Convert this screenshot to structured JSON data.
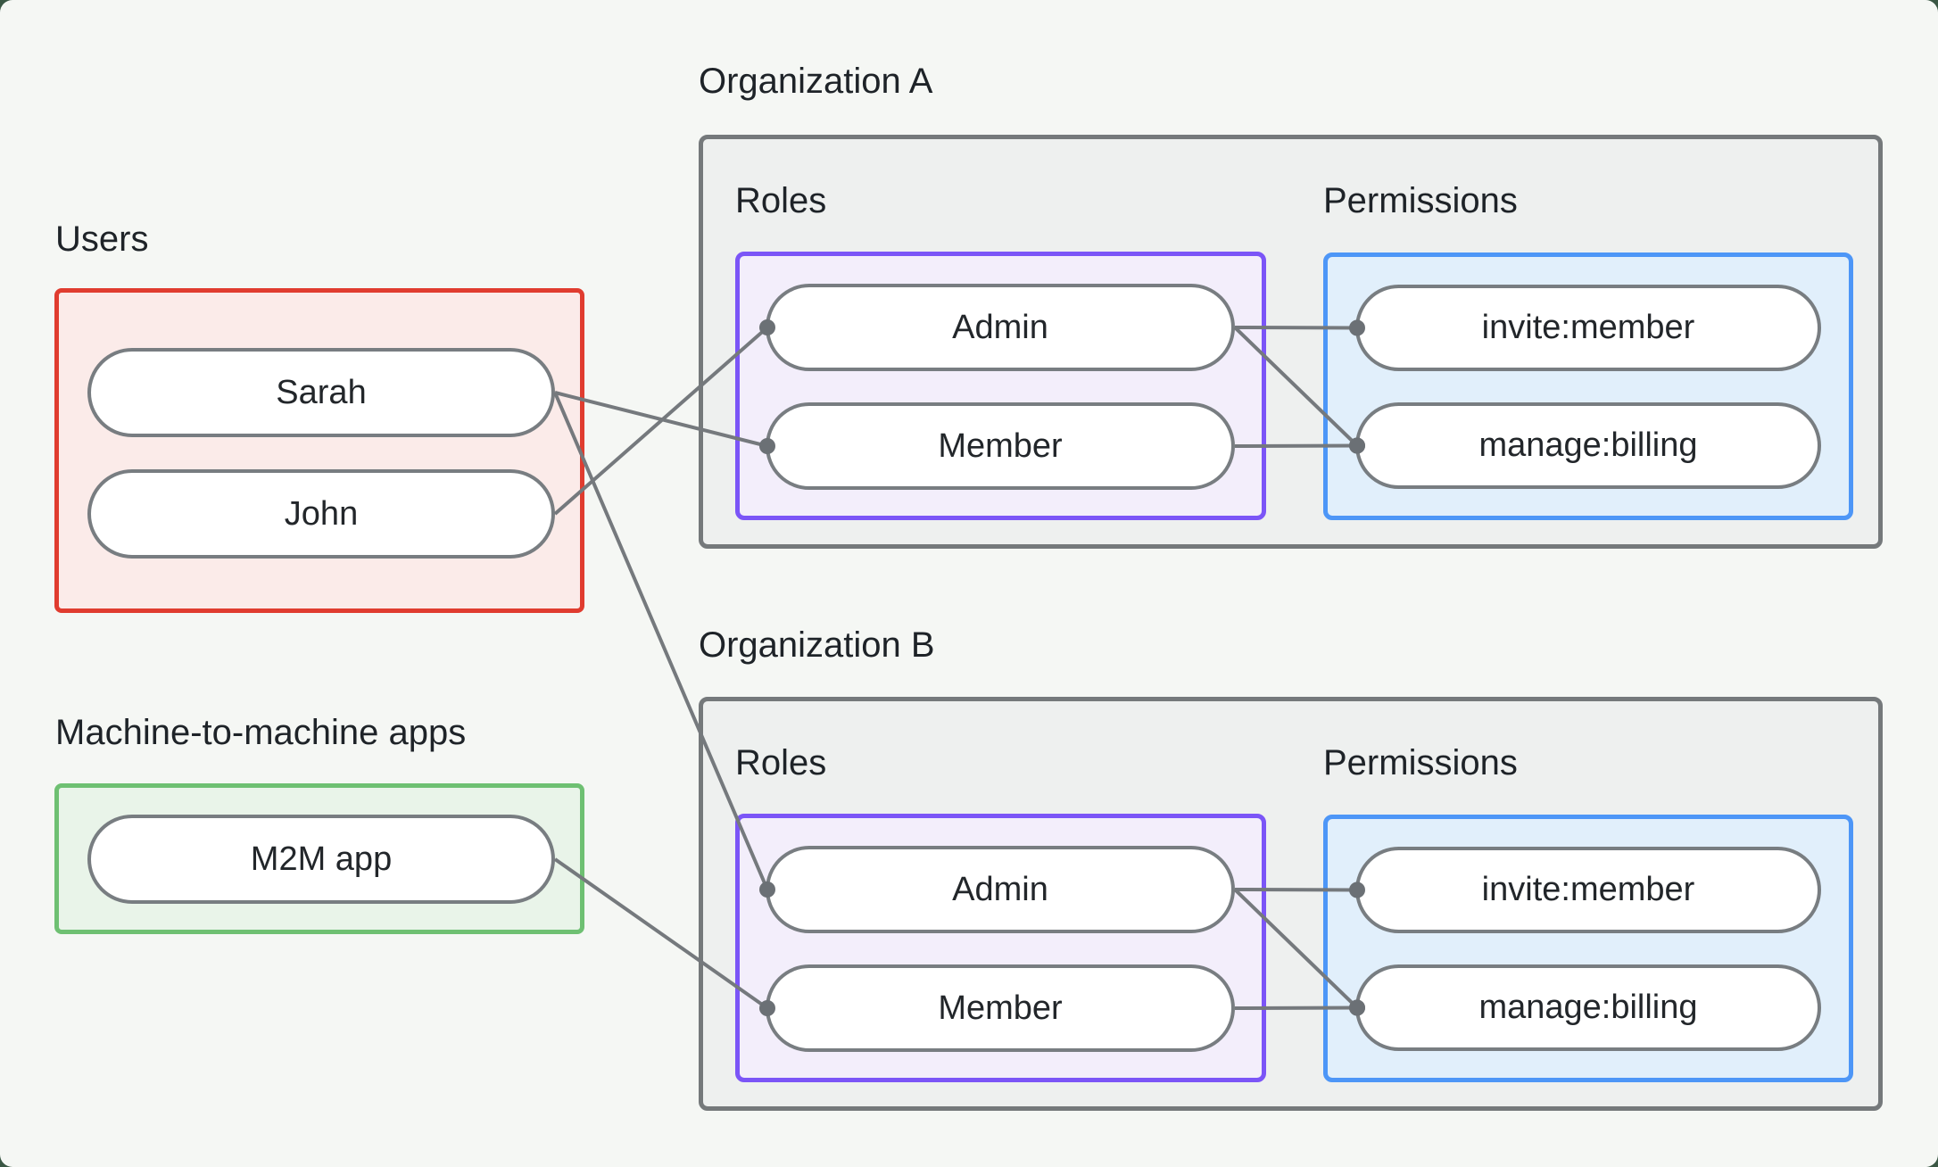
{
  "labels": {
    "users": "Users",
    "m2m": "Machine-to-machine apps"
  },
  "users": [
    "Sarah",
    "John"
  ],
  "m2m": [
    "M2M app"
  ],
  "orgs": [
    {
      "title": "Organization A",
      "roles_label": "Roles",
      "permissions_label": "Permissions",
      "roles": [
        "Admin",
        "Member"
      ],
      "permissions": [
        "invite:member",
        "manage:billing"
      ]
    },
    {
      "title": "Organization B",
      "roles_label": "Roles",
      "permissions_label": "Permissions",
      "roles": [
        "Admin",
        "Member"
      ],
      "permissions": [
        "invite:member",
        "manage:billing"
      ]
    }
  ],
  "connections": [
    {
      "from": "sarah",
      "to": "orga-member"
    },
    {
      "from": "john",
      "to": "orga-admin"
    },
    {
      "from": "sarah",
      "to": "orgb-admin"
    },
    {
      "from": "m2m-app",
      "to": "orgb-member"
    },
    {
      "from": "orga-admin",
      "to": "orga-invite"
    },
    {
      "from": "orga-admin",
      "to": "orga-manage"
    },
    {
      "from": "orga-member",
      "to": "orga-manage"
    },
    {
      "from": "orgb-admin",
      "to": "orgb-invite"
    },
    {
      "from": "orgb-admin",
      "to": "orgb-manage"
    },
    {
      "from": "orgb-member",
      "to": "orgb-manage"
    }
  ],
  "colors": {
    "page-bg": "#F5F7F4",
    "backdrop": "#3A5744",
    "red-border": "#E03C2F",
    "red-bg": "#FBEBE9",
    "green-border": "#6EC072",
    "green-bg": "#E9F4E9",
    "purple-border": "#7B55F7",
    "purple-bg": "#F3EEFB",
    "blue-border": "#4D96F7",
    "blue-bg": "#E1EFFB",
    "panel-border": "#75797B",
    "panel-bg": "#EEF0EF",
    "pill-border": "#787D81",
    "line": "#75797D",
    "dot": "#6B7075"
  }
}
